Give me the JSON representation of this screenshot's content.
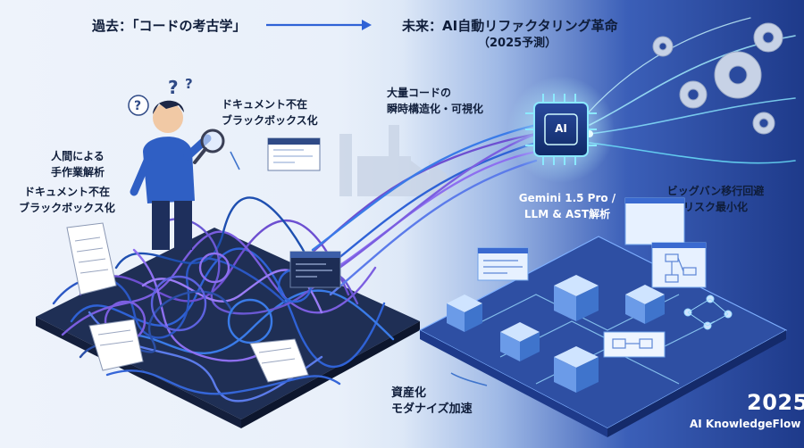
{
  "header": {
    "past_title": "過去：「コードの考古学」",
    "future_title": "未来：AI自動リファクタリング革命",
    "future_subtitle": "（2025予測）"
  },
  "past": {
    "label_black_box_top": [
      "ドキュメント不在",
      "ブラックボックス化"
    ],
    "label_manual_analysis": [
      "人間による",
      "手作業解析"
    ],
    "label_black_box_left": [
      "ドキュメント不在",
      "ブラックボックス化"
    ]
  },
  "future": {
    "label_structuring": [
      "大量コードの",
      "瞬時構造化・可視化"
    ],
    "label_engine": [
      "Gemini 1.5 Pro /",
      "LLM & AST解析"
    ],
    "label_big_bang": [
      "ビッグバン移行回避",
      "リスク最小化"
    ],
    "label_asset": [
      "資産化",
      "モダナイズ加速"
    ],
    "chip_text": "AI"
  },
  "brand": {
    "year": "2025",
    "name": "AI KnowledgeFlow"
  },
  "colors": {
    "past_bg": "#eef3fb",
    "future_bg": "#1e3a8a",
    "wire_purple": "#6d4fd1",
    "wire_blue": "#2f62d6",
    "accent_cyan": "#6ee7ff",
    "text_dark": "#0f1d3a"
  },
  "icons": [
    "question-icon",
    "magnifier-icon",
    "gear-icon",
    "ai-chip-icon",
    "arrow-right-icon"
  ]
}
